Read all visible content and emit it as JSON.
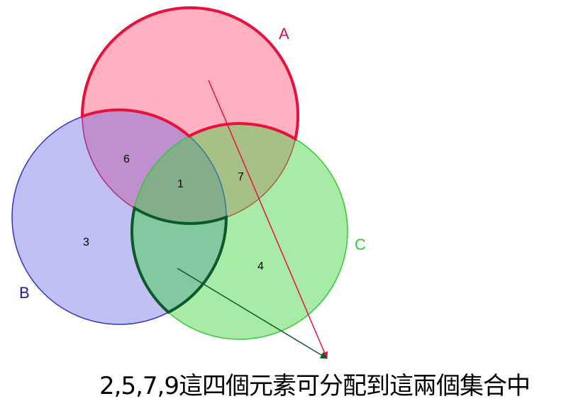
{
  "sets": {
    "A": {
      "label": "A",
      "color": "#e8103c"
    },
    "B": {
      "label": "B",
      "color": "#1a1aa6"
    },
    "C": {
      "label": "C",
      "color": "#2ecc2e"
    }
  },
  "regions": {
    "a_and_b_only": "6",
    "a_b_c": "1",
    "a_and_c_only": "7",
    "b_only": "3",
    "c_only": "4"
  },
  "caption": "2,5,7,9這四個元素可分配到這兩個集合中"
}
